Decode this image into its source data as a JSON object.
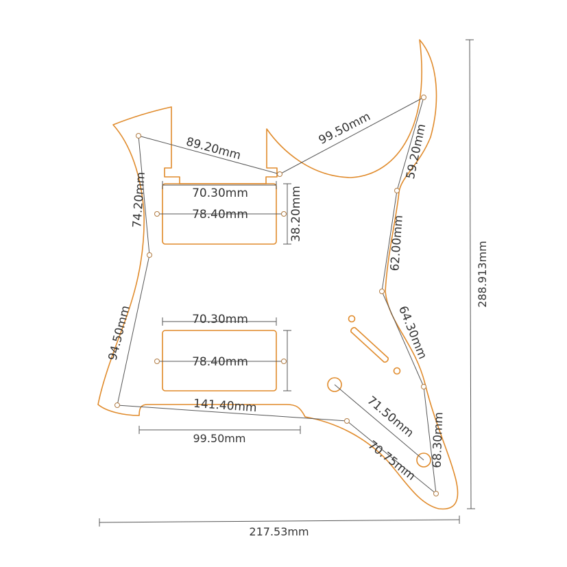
{
  "colors": {
    "outline": "#e08a2a",
    "dimension_line": "#555555",
    "label": "#333333",
    "background": "#ffffff"
  },
  "dimensions": {
    "overall_width": "217.53mm",
    "overall_height": "288.913mm",
    "top_left_span": "89.20mm",
    "top_right_span": "99.50mm",
    "right_upper_span": "59.20mm",
    "left_upper_span": "74.20mm",
    "right_middle_span": "62.00mm",
    "right_lower_span": "64.30mm",
    "left_lower_span": "94.50mm",
    "bottom_span": "141.40mm",
    "bottom_right_span": "70.75mm",
    "jack_span": "71.50mm",
    "right_bottom_span": "68.30mm",
    "neck_pickup_width": "70.30mm",
    "neck_pickup_mount": "78.40mm",
    "neck_pickup_height": "38.20mm",
    "bridge_pickup_width": "70.30mm",
    "bridge_pickup_mount": "78.40mm",
    "bottom_cutout_width": "99.50mm"
  }
}
